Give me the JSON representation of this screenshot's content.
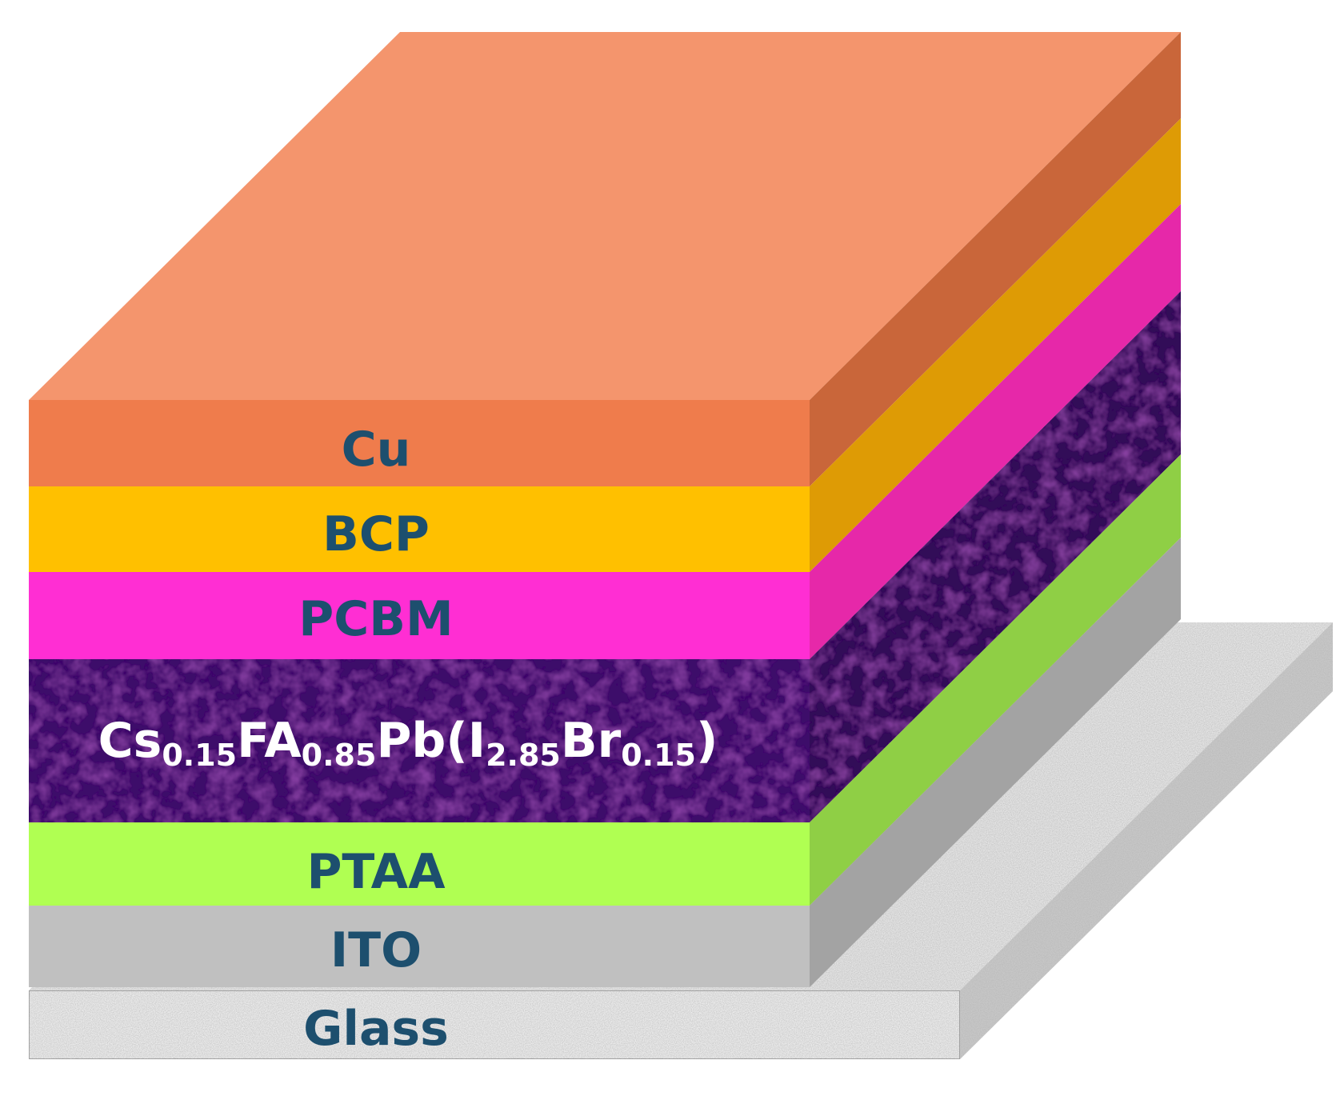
{
  "layers": [
    {
      "id": "cu",
      "label": "Cu",
      "front": "#EF7C4C",
      "side": "#C9663A",
      "top": "#F4956D",
      "text_color": "#1D4F6E"
    },
    {
      "id": "bcp",
      "label": "BCP",
      "front": "#FFC000",
      "side": "#DE9B05",
      "text_color": "#1D4F6E"
    },
    {
      "id": "pcbm",
      "label": "PCBM",
      "front": "#FF2ED3",
      "side": "#E628A9",
      "text_color": "#1D4F6E"
    },
    {
      "id": "perovskite",
      "label_parts": [
        {
          "text": "Cs",
          "sub": false
        },
        {
          "text": "0.15",
          "sub": true
        },
        {
          "text": "FA",
          "sub": false
        },
        {
          "text": "0.85",
          "sub": true
        },
        {
          "text": "Pb(I",
          "sub": false
        },
        {
          "text": "2.85",
          "sub": true
        },
        {
          "text": "Br",
          "sub": false
        },
        {
          "text": "0.15",
          "sub": true
        },
        {
          "text": ")",
          "sub": false
        }
      ],
      "front": "#3D0C6B",
      "side": "#310A58",
      "text_color": "#FFFFFF"
    },
    {
      "id": "ptaa",
      "label": "PTAA",
      "front": "#B0FF52",
      "side": "#8FCF45",
      "text_color": "#1D4F6E"
    },
    {
      "id": "ito",
      "label": "ITO",
      "front": "#C0C0C0",
      "side": "#A3A3A3",
      "text_color": "#1D4F6E"
    },
    {
      "id": "glass",
      "label": "Glass",
      "front": "#EDEDED",
      "side": "#C9C9C9",
      "top": "#E6E6E6",
      "text_color": "#1D4F6E"
    }
  ]
}
